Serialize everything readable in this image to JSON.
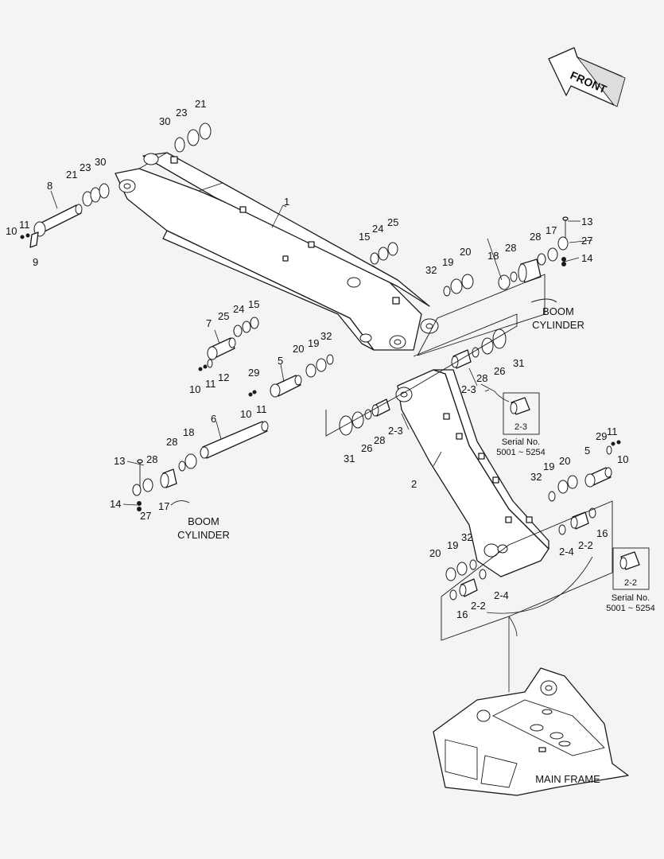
{
  "front_label": "FRONT",
  "captions": {
    "boom_cylinder_top": [
      "BOOM",
      "CYLINDER"
    ],
    "boom_cylinder_left": [
      "BOOM",
      "CYLINDER"
    ],
    "main_frame": "MAIN FRAME"
  },
  "detail_boxes": {
    "box_2_3": {
      "label": "2-3",
      "serial_title": "Serial No.",
      "serial_range": "5001 ~ 5254"
    },
    "box_2_2": {
      "label": "2-2",
      "serial_title": "Serial No.",
      "serial_range": "5001 ~ 5254"
    }
  },
  "callouts": {
    "c30a": "30",
    "c23a": "23",
    "c21a": "21",
    "c8": "8",
    "c21b": "21",
    "c23b": "23",
    "c30b": "30",
    "c10a": "10",
    "c11a": "11",
    "c9": "9",
    "c1": "1",
    "c15a": "15",
    "c24a": "24",
    "c25a": "25",
    "c13a": "13",
    "c27a": "27",
    "c14a": "14",
    "c17a": "17",
    "c28a": "28",
    "c18a": "18",
    "c28b": "28",
    "c32a": "32",
    "c19a": "19",
    "c20a": "20",
    "c7": "7",
    "c25b": "25",
    "c24b": "24",
    "c15b": "15",
    "c12": "12",
    "c10b": "10",
    "c11b": "11",
    "c5a": "5",
    "c20b": "20",
    "c19b": "19",
    "c32b": "32",
    "c29a": "29",
    "c11c": "11",
    "c10c": "10",
    "c28c": "28",
    "c26a": "26",
    "c31a": "31",
    "c2_3a": "2-3",
    "c6": "6",
    "c18b": "18",
    "c28d": "28",
    "c13b": "13",
    "c17b": "17",
    "c14b": "14",
    "c27b": "27",
    "c31b": "31",
    "c26b": "26",
    "c28e": "28",
    "c2_3b": "2-3",
    "c2": "2",
    "c29b": "29",
    "c11d": "11",
    "c5b": "5",
    "c10d": "10",
    "c19c": "19",
    "c20c": "20",
    "c32c": "32",
    "c16a": "16",
    "c2_2a": "2-2",
    "c2_4a": "2-4",
    "c20d": "20",
    "c19d": "19",
    "c32d": "32",
    "c2_4b": "2-4",
    "c16b": "16",
    "c2_2b": "2-2"
  }
}
